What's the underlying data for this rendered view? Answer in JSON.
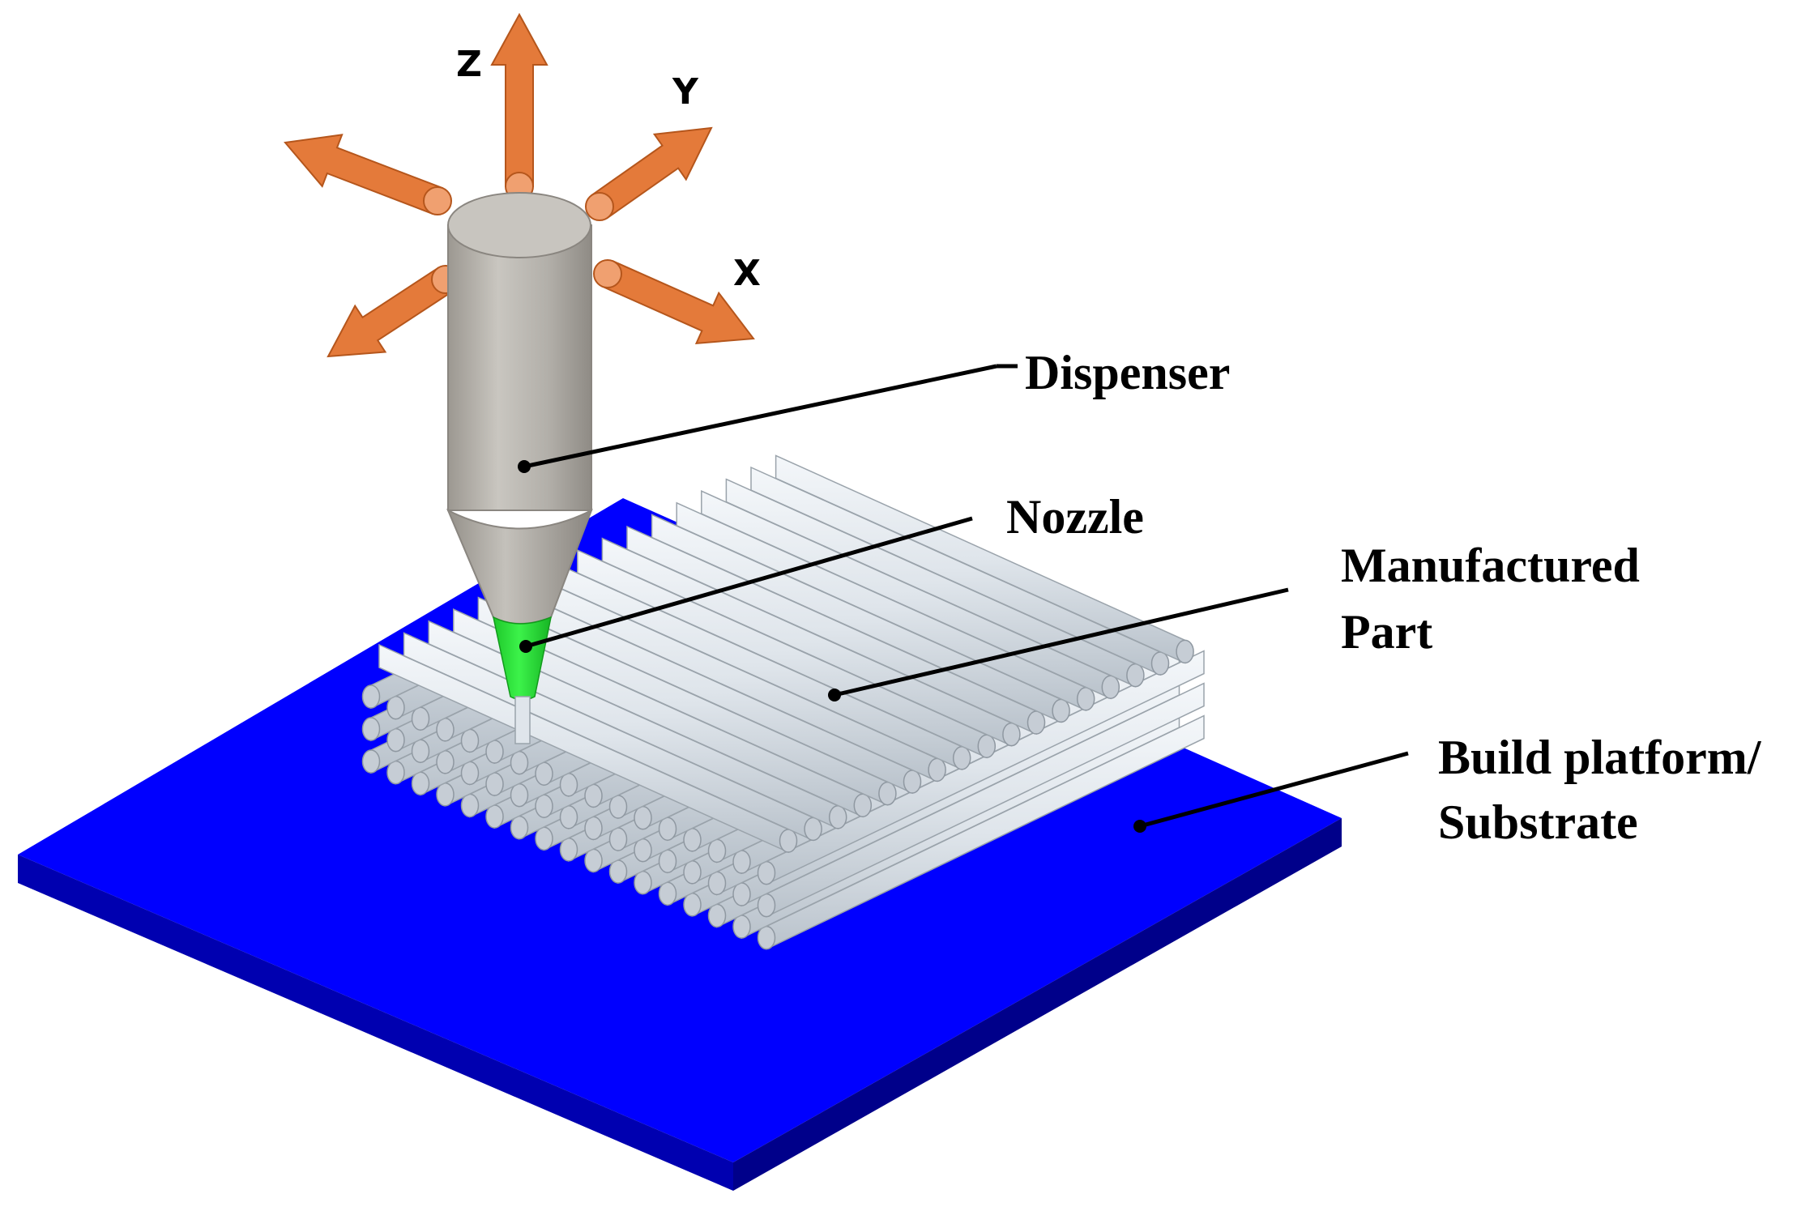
{
  "axes": {
    "z_label": "Z",
    "y_label": "Y",
    "x_label": "X"
  },
  "callouts": {
    "dispenser": "Dispenser",
    "nozzle": "Nozzle",
    "part_line1": "Manufactured",
    "part_line2": "Part",
    "platform_line1": "Build platform/",
    "platform_line2": "Substrate"
  },
  "colors": {
    "platform": "#0000ff",
    "platform_edge": "#0000b5",
    "arrow": "#e47a3a",
    "dispenser_body": "#b7b4ae",
    "nozzle_tip": "#22e832",
    "filament": "#dde3ea"
  }
}
